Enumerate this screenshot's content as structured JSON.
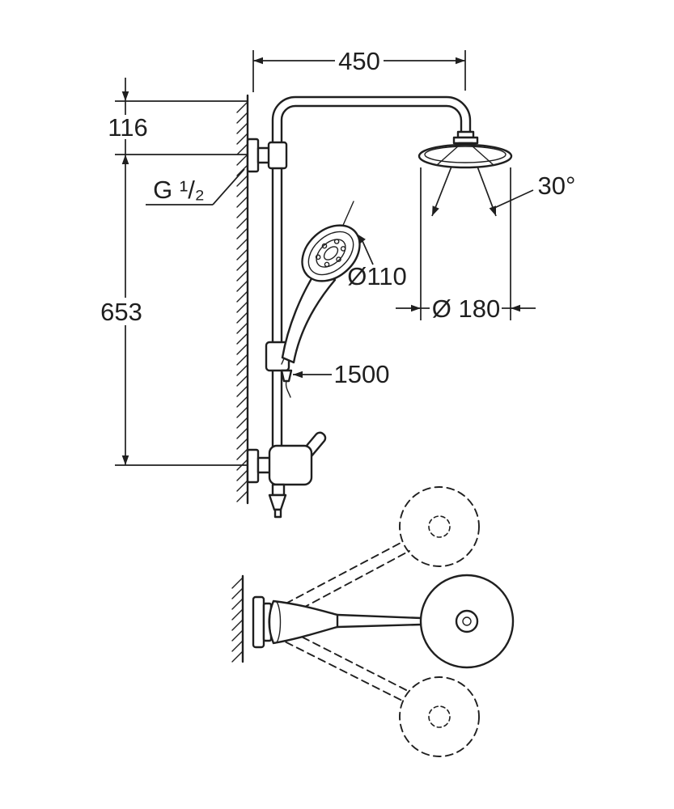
{
  "colors": {
    "line": "#1f1f1f",
    "background": "#ffffff"
  },
  "labels": {
    "arm_projection": "450",
    "supply_offset": "116",
    "thread_size": "G ¹/₂",
    "rail_height": "653",
    "handshower_diameter": "Ø110",
    "headshower_diameter": "Ø 180",
    "headshower_angle": "30°",
    "hose_length": "1500"
  }
}
